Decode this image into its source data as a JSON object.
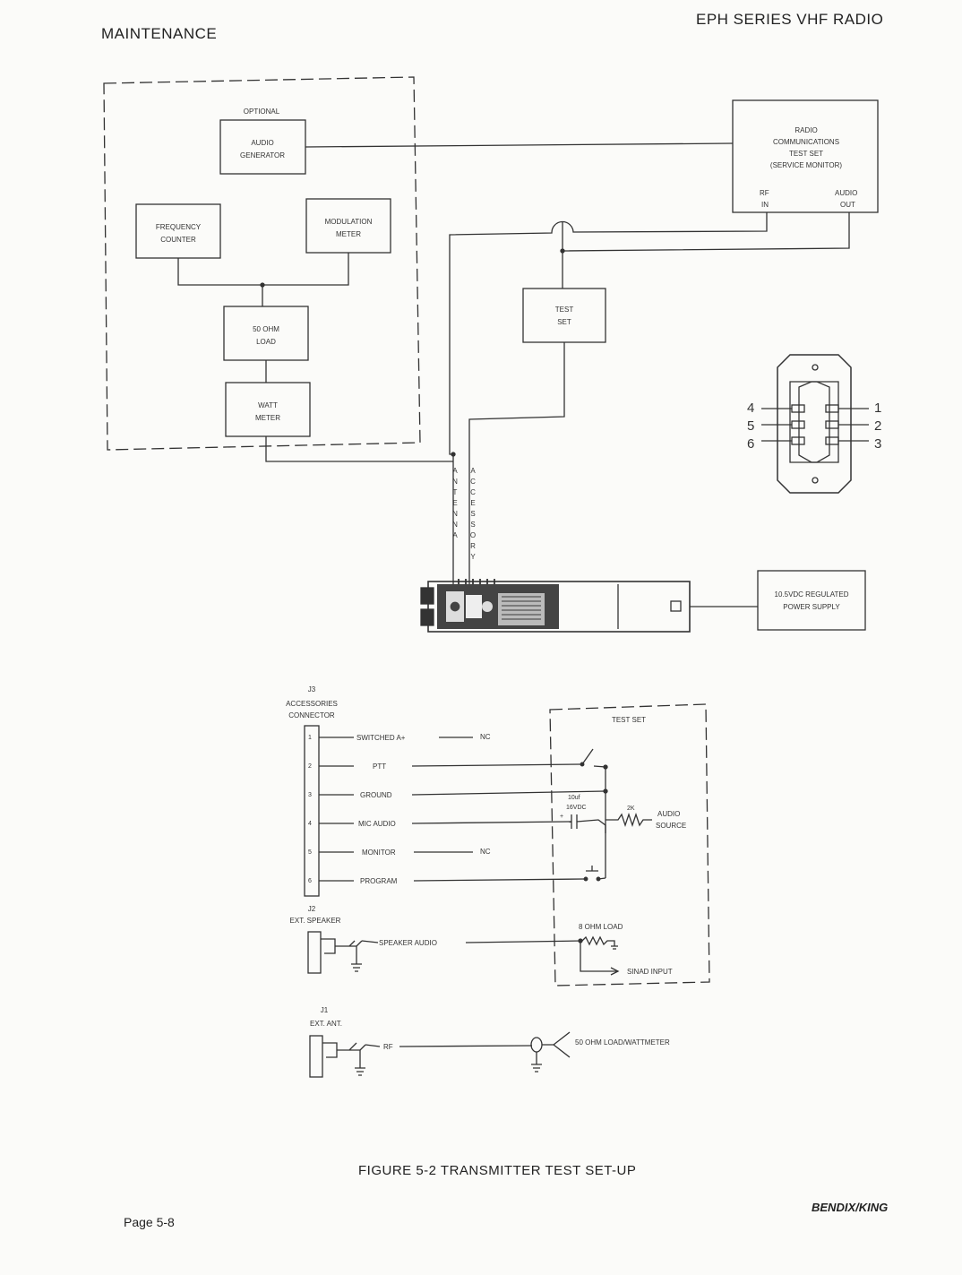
{
  "header": {
    "section": "MAINTENANCE",
    "manual": "EPH SERIES VHF RADIO"
  },
  "top_diagram": {
    "optional_label": "OPTIONAL",
    "audio_generator": [
      "AUDIO",
      "GENERATOR"
    ],
    "frequency_counter": [
      "FREQUENCY",
      "COUNTER"
    ],
    "modulation_meter": [
      "MODULATION",
      "METER"
    ],
    "load_50ohm": [
      "50 OHM",
      "LOAD"
    ],
    "watt_meter": [
      "WATT",
      "METER"
    ],
    "test_set": [
      "TEST",
      "SET"
    ],
    "service_monitor": [
      "RADIO",
      "COMMUNICATIONS",
      "TEST SET",
      "(SERVICE MONITOR)"
    ],
    "rf_in": [
      "RF",
      "IN"
    ],
    "audio_out": [
      "AUDIO",
      "OUT"
    ],
    "antenna_label": [
      "A",
      "N",
      "T",
      "E",
      "N",
      "N",
      "A"
    ],
    "accessory_label": [
      "A",
      "C",
      "C",
      "E",
      "S",
      "S",
      "O",
      "R",
      "Y"
    ],
    "power_supply": [
      "10.5VDC REGULATED",
      "POWER SUPPLY"
    ],
    "connector_pins": [
      "4",
      "5",
      "6",
      "1",
      "2",
      "3"
    ]
  },
  "schematic": {
    "j3_title": [
      "J3",
      "ACCESSORIES",
      "CONNECTOR"
    ],
    "pin_numbers": [
      "1",
      "2",
      "3",
      "4",
      "5",
      "6"
    ],
    "pin_labels": [
      "SWITCHED A+",
      "PTT",
      "GROUND",
      "MIC AUDIO",
      "MONITOR",
      "PROGRAM"
    ],
    "nc": "NC",
    "test_set_label": "TEST SET",
    "capacitor": [
      "10uf",
      "16VDC"
    ],
    "resistor": "2K",
    "audio_source": [
      "AUDIO",
      "SOURCE"
    ],
    "j2_title": [
      "J2",
      "EXT. SPEAKER"
    ],
    "speaker_audio": "SPEAKER AUDIO",
    "load_8ohm": "8 OHM LOAD",
    "sinad_input": "SINAD INPUT",
    "j1_title": [
      "J1",
      "EXT. ANT."
    ],
    "rf": "RF",
    "load_wattmeter": "50 OHM LOAD/WATTMETER"
  },
  "footer": {
    "figure_caption": "FIGURE 5-2 TRANSMITTER TEST SET-UP",
    "page": "Page 5-8",
    "brand": "BENDIX/KING"
  }
}
